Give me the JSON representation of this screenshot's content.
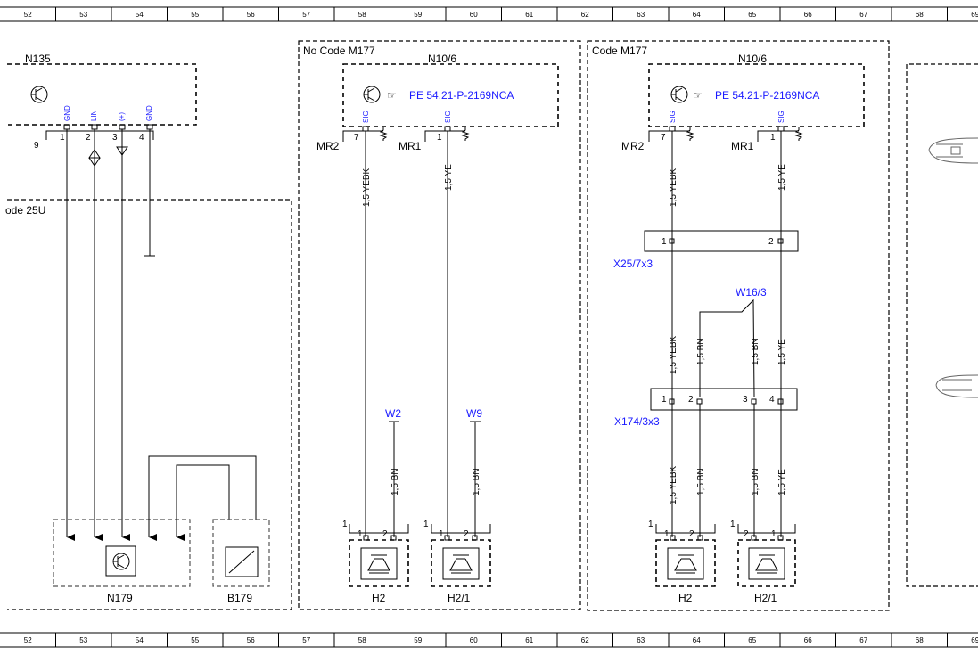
{
  "grid": {
    "columns": [
      "52",
      "53",
      "54",
      "55",
      "56",
      "57",
      "58",
      "59",
      "60",
      "61",
      "62",
      "63",
      "64",
      "65",
      "66",
      "67",
      "68",
      "69"
    ]
  },
  "zones": {
    "no_code": "No Code M177",
    "code": "Code M177",
    "left_partial": "ode 25U"
  },
  "n135": {
    "title": "N135",
    "pin_row": "9",
    "pins": [
      {
        "num": "1",
        "sig": "GND"
      },
      {
        "num": "2",
        "sig": "LIN"
      },
      {
        "num": "3",
        "sig": "(+)"
      },
      {
        "num": "4",
        "sig": "GND"
      }
    ]
  },
  "n10_left": {
    "title": "N10/6",
    "ref": "PE 54.21-P-2169NCA",
    "pin_a": {
      "num": "7",
      "sig": "SIG",
      "name": "MR2"
    },
    "pin_b": {
      "num": "1",
      "sig": "SIG",
      "name": "MR1"
    }
  },
  "n10_right": {
    "title": "N10/6",
    "ref": "PE 54.21-P-2169NCA",
    "pin_a": {
      "num": "7",
      "sig": "SIG",
      "name": "MR2"
    },
    "pin_b": {
      "num": "1",
      "sig": "SIG",
      "name": "MR1"
    }
  },
  "wires_left": {
    "yebk": "1,5 YEBK",
    "ye": "1,5 YE",
    "bn1": "1,5 BN",
    "bn2": "1,5 BN"
  },
  "grounds_left": {
    "w2": "W2",
    "w9": "W9"
  },
  "wires_right": {
    "yebk_top": "1,5 YEBK",
    "ye_top": "1,5 YE",
    "yebk_mid": "1,5 YEBK",
    "bn_mid1": "1,5 BN",
    "bn_mid2": "1,5 BN",
    "ye_mid": "1,5 YE",
    "yebk_bot": "1,5 YEBK",
    "bn_bot1": "1,5 BN",
    "bn_bot2": "1,5 BN",
    "ye_bot": "1,5 YE"
  },
  "x25": {
    "title": "X25/7x3",
    "p1": "1",
    "p2": "2"
  },
  "w16": {
    "title": "W16/3"
  },
  "x174": {
    "title": "X174/3x3",
    "p1": "1",
    "p2": "2",
    "p3": "3",
    "p4": "4"
  },
  "horns_left": [
    {
      "name": "H2",
      "pinref": "1",
      "p1": "1",
      "p2": "2"
    },
    {
      "name": "H2/1",
      "pinref": "1",
      "p1": "1",
      "p2": "2"
    }
  ],
  "horns_right": [
    {
      "name": "H2",
      "pinref": "1",
      "p1": "1",
      "p2": "2"
    },
    {
      "name": "H2/1",
      "pinref": "1",
      "p1": "2",
      "p2": "1"
    }
  ],
  "n179": {
    "title": "N179"
  },
  "b179": {
    "title": "B179"
  },
  "colors": {
    "link": "#1a1aff",
    "line": "#000000"
  }
}
